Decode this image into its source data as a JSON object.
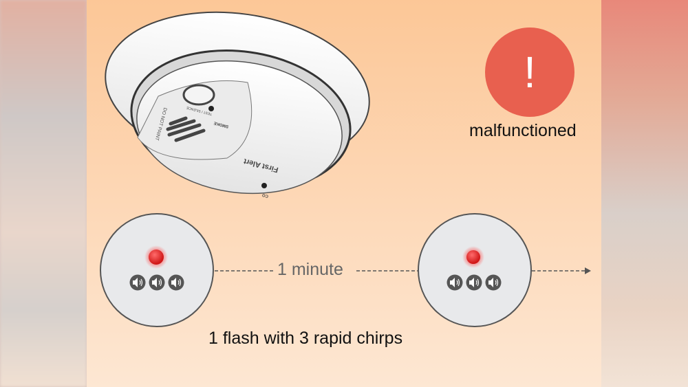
{
  "status": {
    "icon": "exclamation-icon",
    "symbol": "!",
    "label": "malfunctioned",
    "color": "#e8604f"
  },
  "detector": {
    "brand": "First Alert",
    "labels": [
      "SMOKE",
      "CO",
      "TEST / SILENCE",
      "DO NOT PAINT"
    ]
  },
  "timeline": {
    "interval_label": "1 minute",
    "flashes": 1,
    "chirps": 3,
    "led_color": "#e02020"
  },
  "caption": "1 flash with 3 rapid chirps"
}
